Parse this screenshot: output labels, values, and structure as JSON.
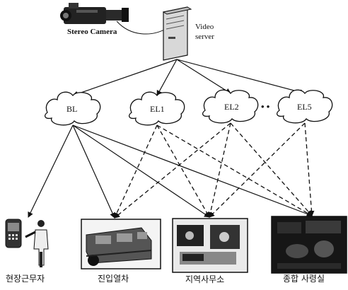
{
  "camera": {
    "label": "Stereo Camera",
    "icon": "video-camera-icon"
  },
  "server": {
    "label_line1": "Video",
    "label_line2": "server",
    "icon": "server-tower-icon"
  },
  "nodes": [
    {
      "id": "bl",
      "label": "BL"
    },
    {
      "id": "el1",
      "label": "EL1"
    },
    {
      "id": "el2",
      "label": "EL2"
    },
    {
      "id": "el5",
      "label": "EL5"
    }
  ],
  "ellipsis": "• •",
  "endpoints": [
    {
      "id": "field-worker",
      "label": "현장근무자"
    },
    {
      "id": "train",
      "label": "진입열차"
    },
    {
      "id": "station-office",
      "label": "지역사무소"
    },
    {
      "id": "control-room",
      "label": "종합 사령실"
    }
  ],
  "links": {
    "solid": [
      [
        "server",
        "bl"
      ],
      [
        "server",
        "el1"
      ],
      [
        "server",
        "el2"
      ],
      [
        "server",
        "el5"
      ],
      [
        "bl",
        "field-worker"
      ],
      [
        "bl",
        "train"
      ],
      [
        "bl",
        "station-office"
      ],
      [
        "bl",
        "control-room"
      ]
    ],
    "dashed": [
      [
        "el1",
        "train"
      ],
      [
        "el1",
        "station-office"
      ],
      [
        "el1",
        "control-room"
      ],
      [
        "el2",
        "train"
      ],
      [
        "el2",
        "station-office"
      ],
      [
        "el2",
        "control-room"
      ],
      [
        "el5",
        "station-office"
      ],
      [
        "el5",
        "control-room"
      ]
    ]
  },
  "colors": {
    "ink": "#111111",
    "photo_dark": "#1a1a1a"
  }
}
